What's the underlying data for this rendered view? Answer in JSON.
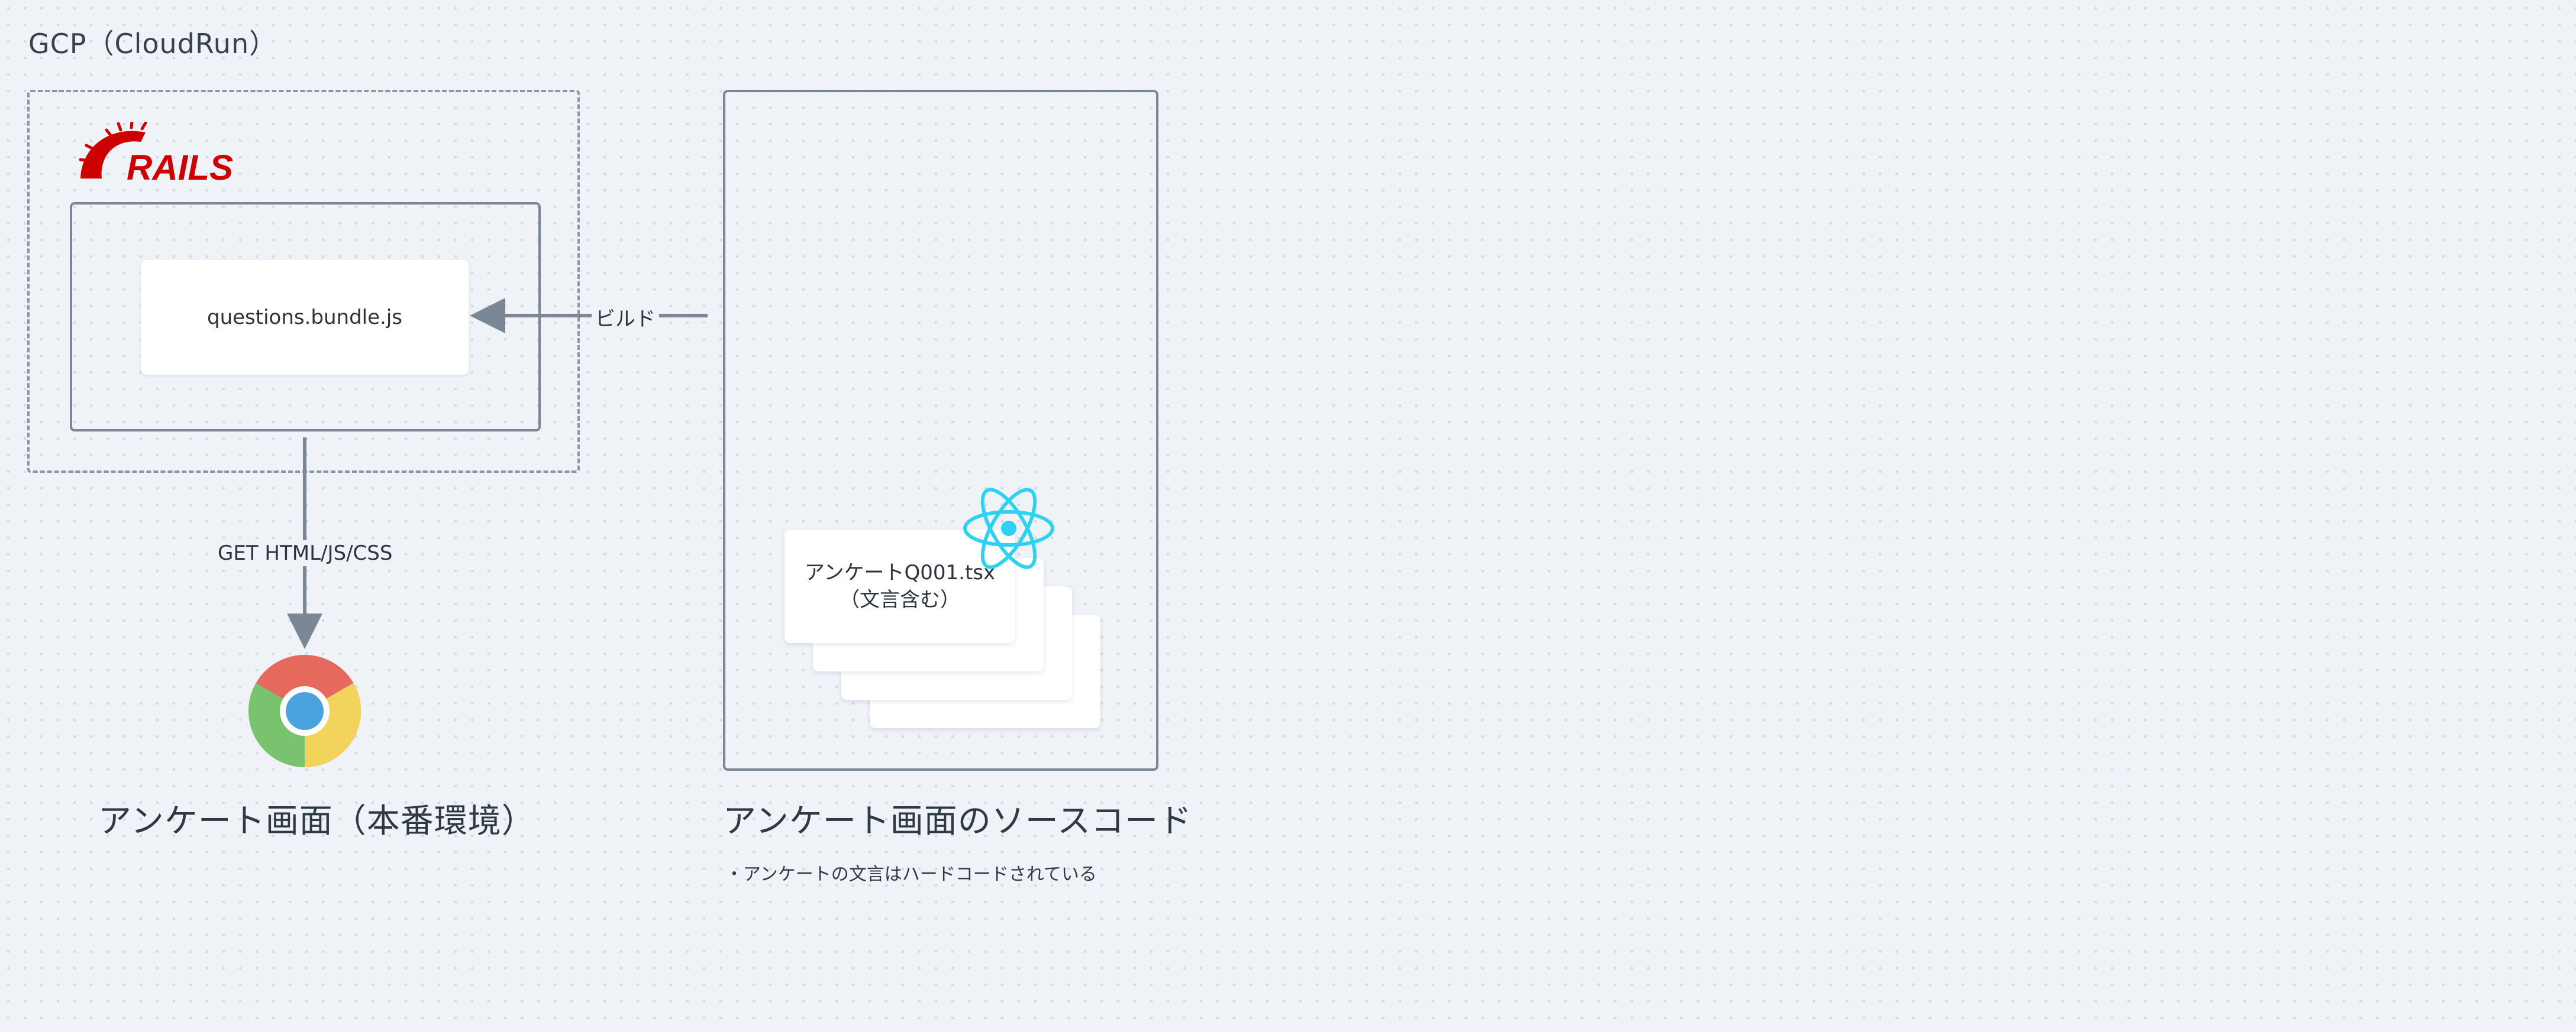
{
  "frame": {
    "title": "GCP（CloudRun）"
  },
  "server": {
    "logo": {
      "icon": "rails-logo",
      "text": "RAILS",
      "color": "#cc0000"
    },
    "bundle_file": "questions.bundle.js"
  },
  "source": {
    "file_name": "アンケートQ001.tsx",
    "file_note": "（文言含む）",
    "logo": {
      "icon": "react-logo",
      "color": "#2fd1f0"
    }
  },
  "edges": {
    "build_label": "ビルド",
    "get_label": "GET HTML/JS/CSS"
  },
  "browser": {
    "icon": "chrome-logo",
    "caption": "アンケート画面（本番環境）"
  },
  "source_caption": "アンケート画面のソースコード",
  "note": "・アンケートの文言はハードコードされている",
  "colors": {
    "background": "#eff3f7",
    "border": "#7b8794",
    "arrow": "#7b8794",
    "rails_red": "#cc0000",
    "react_cyan": "#2fd1f0"
  }
}
